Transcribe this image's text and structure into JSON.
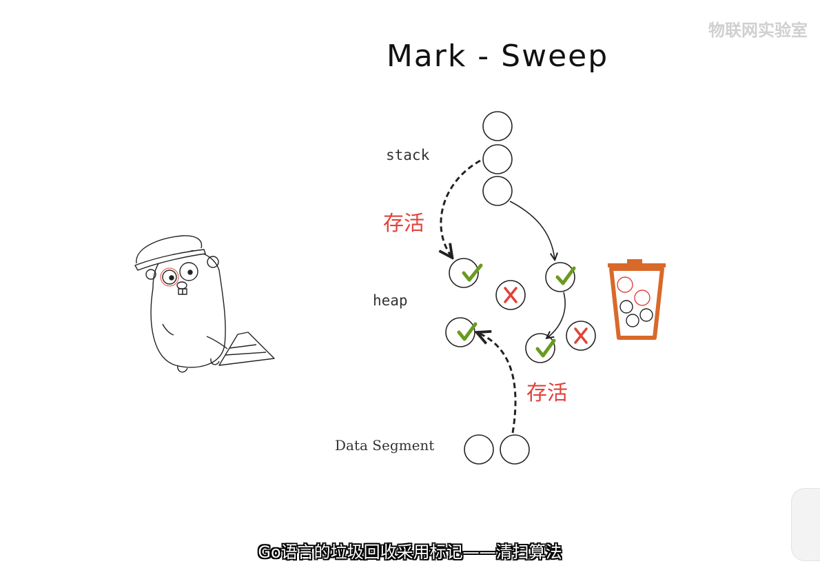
{
  "title": "Mark - Sweep",
  "watermark": "物联网实验室",
  "labels": {
    "stack": "stack",
    "heap": "heap",
    "data_segment": "Data Segment",
    "alive_1": "存活",
    "alive_2": "存活"
  },
  "subtitle": "Go语言的垃圾回收采用标记——清扫算法",
  "colors": {
    "check": "#6a9a1f",
    "cross": "#e0423a",
    "alive_text": "#e0423a",
    "trash_can": "#d9692a"
  }
}
